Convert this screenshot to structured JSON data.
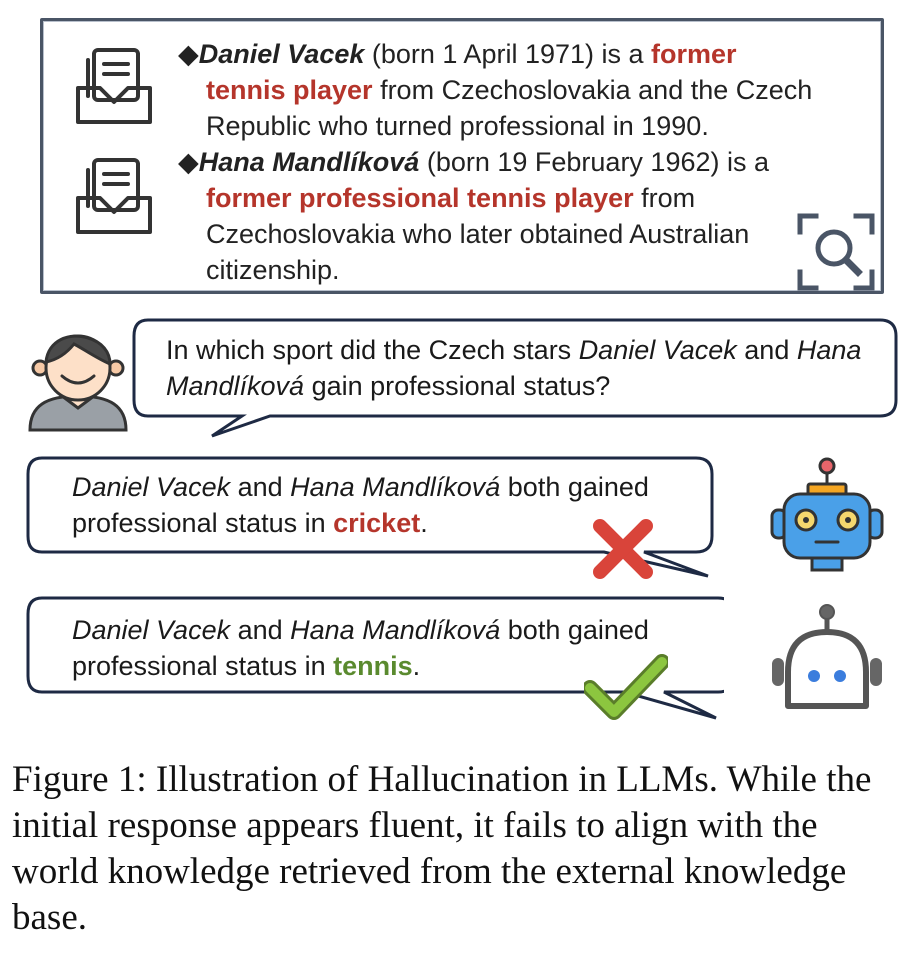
{
  "knowledge": {
    "entries": [
      {
        "bullet": "◆",
        "name": "Daniel Vacek",
        "born": " (born 1 April 1971) is a ",
        "highlight_1": "former",
        "highlight_2": "tennis player",
        "rest_1": " from Czechoslovakia and the Czech",
        "rest_2": "Republic who turned professional in 1990."
      },
      {
        "bullet": "◆",
        "name": "Hana Mandlíková",
        "born": " (born 19 February 1962) is a",
        "highlight": "former professional tennis player",
        "rest_1": " from",
        "rest_2": "Czechoslovakia who later obtained Australian",
        "rest_3": "citizenship."
      }
    ]
  },
  "question": {
    "pre": "In which sport did the Czech stars ",
    "name1": "Daniel Vacek",
    "mid": " and ",
    "name2": "Hana",
    "name2b": "Mandlíková",
    "post": " gain professional status?"
  },
  "answer_wrong": {
    "name1": "Daniel Vacek",
    "mid": " and ",
    "name2": "Hana Mandlíková",
    "post": " both gained",
    "line2": "professional status in ",
    "sport": "cricket",
    "end": "."
  },
  "answer_right": {
    "name1": "Daniel Vacek",
    "mid": " and ",
    "name2": "Hana Mandlíková",
    "post": " both gained",
    "line2": "professional status in ",
    "sport": "tennis",
    "end": "."
  },
  "caption": "Figure 1: Illustration of Hallucination in LLMs. While the initial response appears fluent, it fails to align with the world knowledge retrieved from the external knowledge base.",
  "colors": {
    "highlight_red": "#b5352b",
    "highlight_green": "#5a8a2e",
    "border_dark": "#1e2a44",
    "robot_blue": "#4aa0e8",
    "cross_red": "#d9443a",
    "check_green": "#8cc63f"
  },
  "icons": [
    "document-inbox-icon",
    "document-inbox-icon",
    "search-scan-icon",
    "user-avatar-icon",
    "robot-blue-icon",
    "robot-outline-icon",
    "cross-mark-icon",
    "check-mark-icon"
  ]
}
